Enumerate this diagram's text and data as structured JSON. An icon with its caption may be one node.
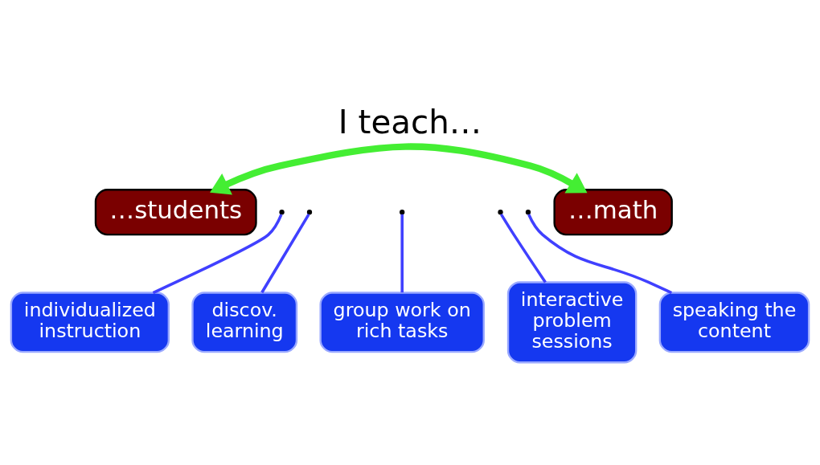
{
  "diagram": {
    "title": "I teach…",
    "nodes": [
      {
        "text": [
          "…students"
        ]
      },
      {
        "text": [
          "…math"
        ]
      },
      {
        "text": [
          "individualized instruction"
        ]
      },
      {
        "text": [
          "discov. learning"
        ]
      },
      {
        "text": [
          "group work on rich tasks"
        ]
      },
      {
        "text": [
          "interactive problem sessions"
        ]
      },
      {
        "text": [
          "speaking the content"
        ]
      }
    ],
    "edges": [
      {
        "from": 0,
        "to": 1,
        "arrow": "both",
        "style": "thick",
        "color": "#44ee33"
      },
      {
        "from": 2,
        "to": null,
        "arrow": "none"
      },
      {
        "from": 3,
        "to": null,
        "arrow": "none"
      },
      {
        "from": 4,
        "to": null,
        "arrow": "none"
      },
      {
        "from": 5,
        "to": null,
        "arrow": "none"
      },
      {
        "from": 6,
        "to": null,
        "arrow": "none"
      }
    ]
  }
}
